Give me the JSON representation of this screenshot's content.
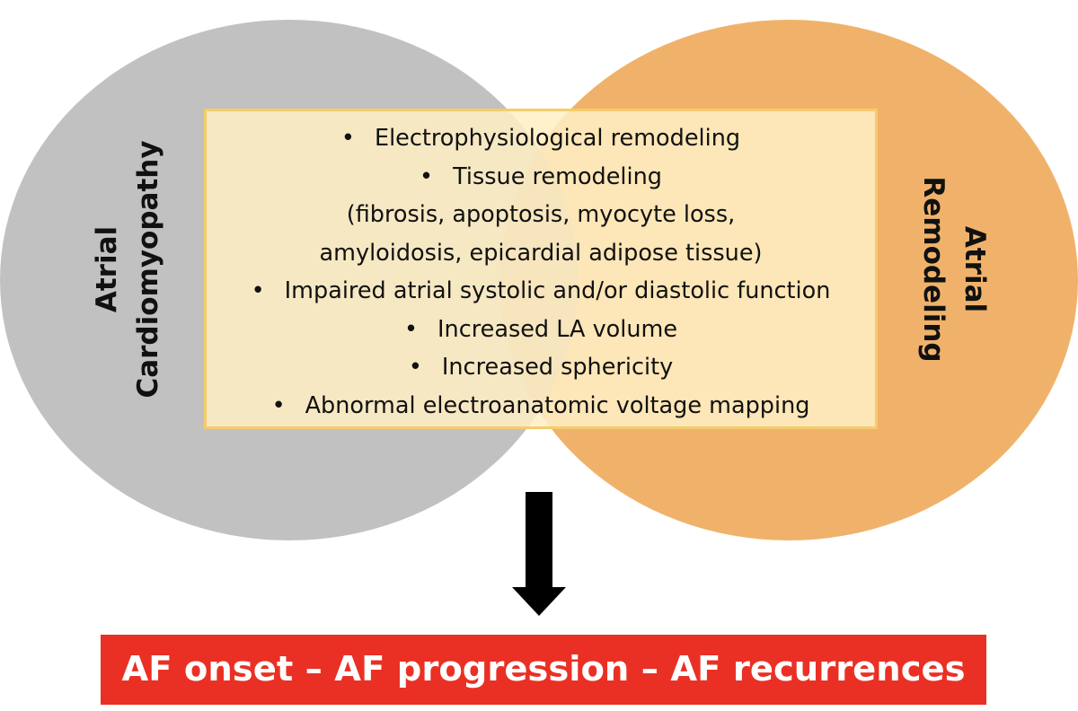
{
  "colors": {
    "left_circle": "#c2c2c2",
    "right_circle": "#f0b26a",
    "center_box_fill": "#fff0c8",
    "center_box_border": "#f5cc6b",
    "arrow": "#000000",
    "outcome_box": "#ea3024",
    "outcome_text": "#ffffff"
  },
  "venn": {
    "left_label_line1": "Atrial",
    "left_label_line2": "Cardiomyopathy",
    "right_label_line1": "Atrial",
    "right_label_line2": "Remodeling"
  },
  "shared_items": [
    {
      "text": "Electrophysiological remodeling",
      "bullet": "•"
    },
    {
      "text": "Tissue remodeling",
      "bullet": "•"
    },
    {
      "text": "(fibrosis, apoptosis, myocyte loss,",
      "bullet": ""
    },
    {
      "text": "amyloidosis, epicardial adipose tissue)",
      "bullet": ""
    },
    {
      "text": "Impaired atrial systolic and/or diastolic function",
      "bullet": "•"
    },
    {
      "text": "Increased LA volume",
      "bullet": "•"
    },
    {
      "text": "Increased sphericity",
      "bullet": "•"
    },
    {
      "text": "Abnormal electroanatomic voltage mapping",
      "bullet": "•"
    }
  ],
  "outcome": {
    "text": "AF onset – AF progression – AF recurrences"
  }
}
